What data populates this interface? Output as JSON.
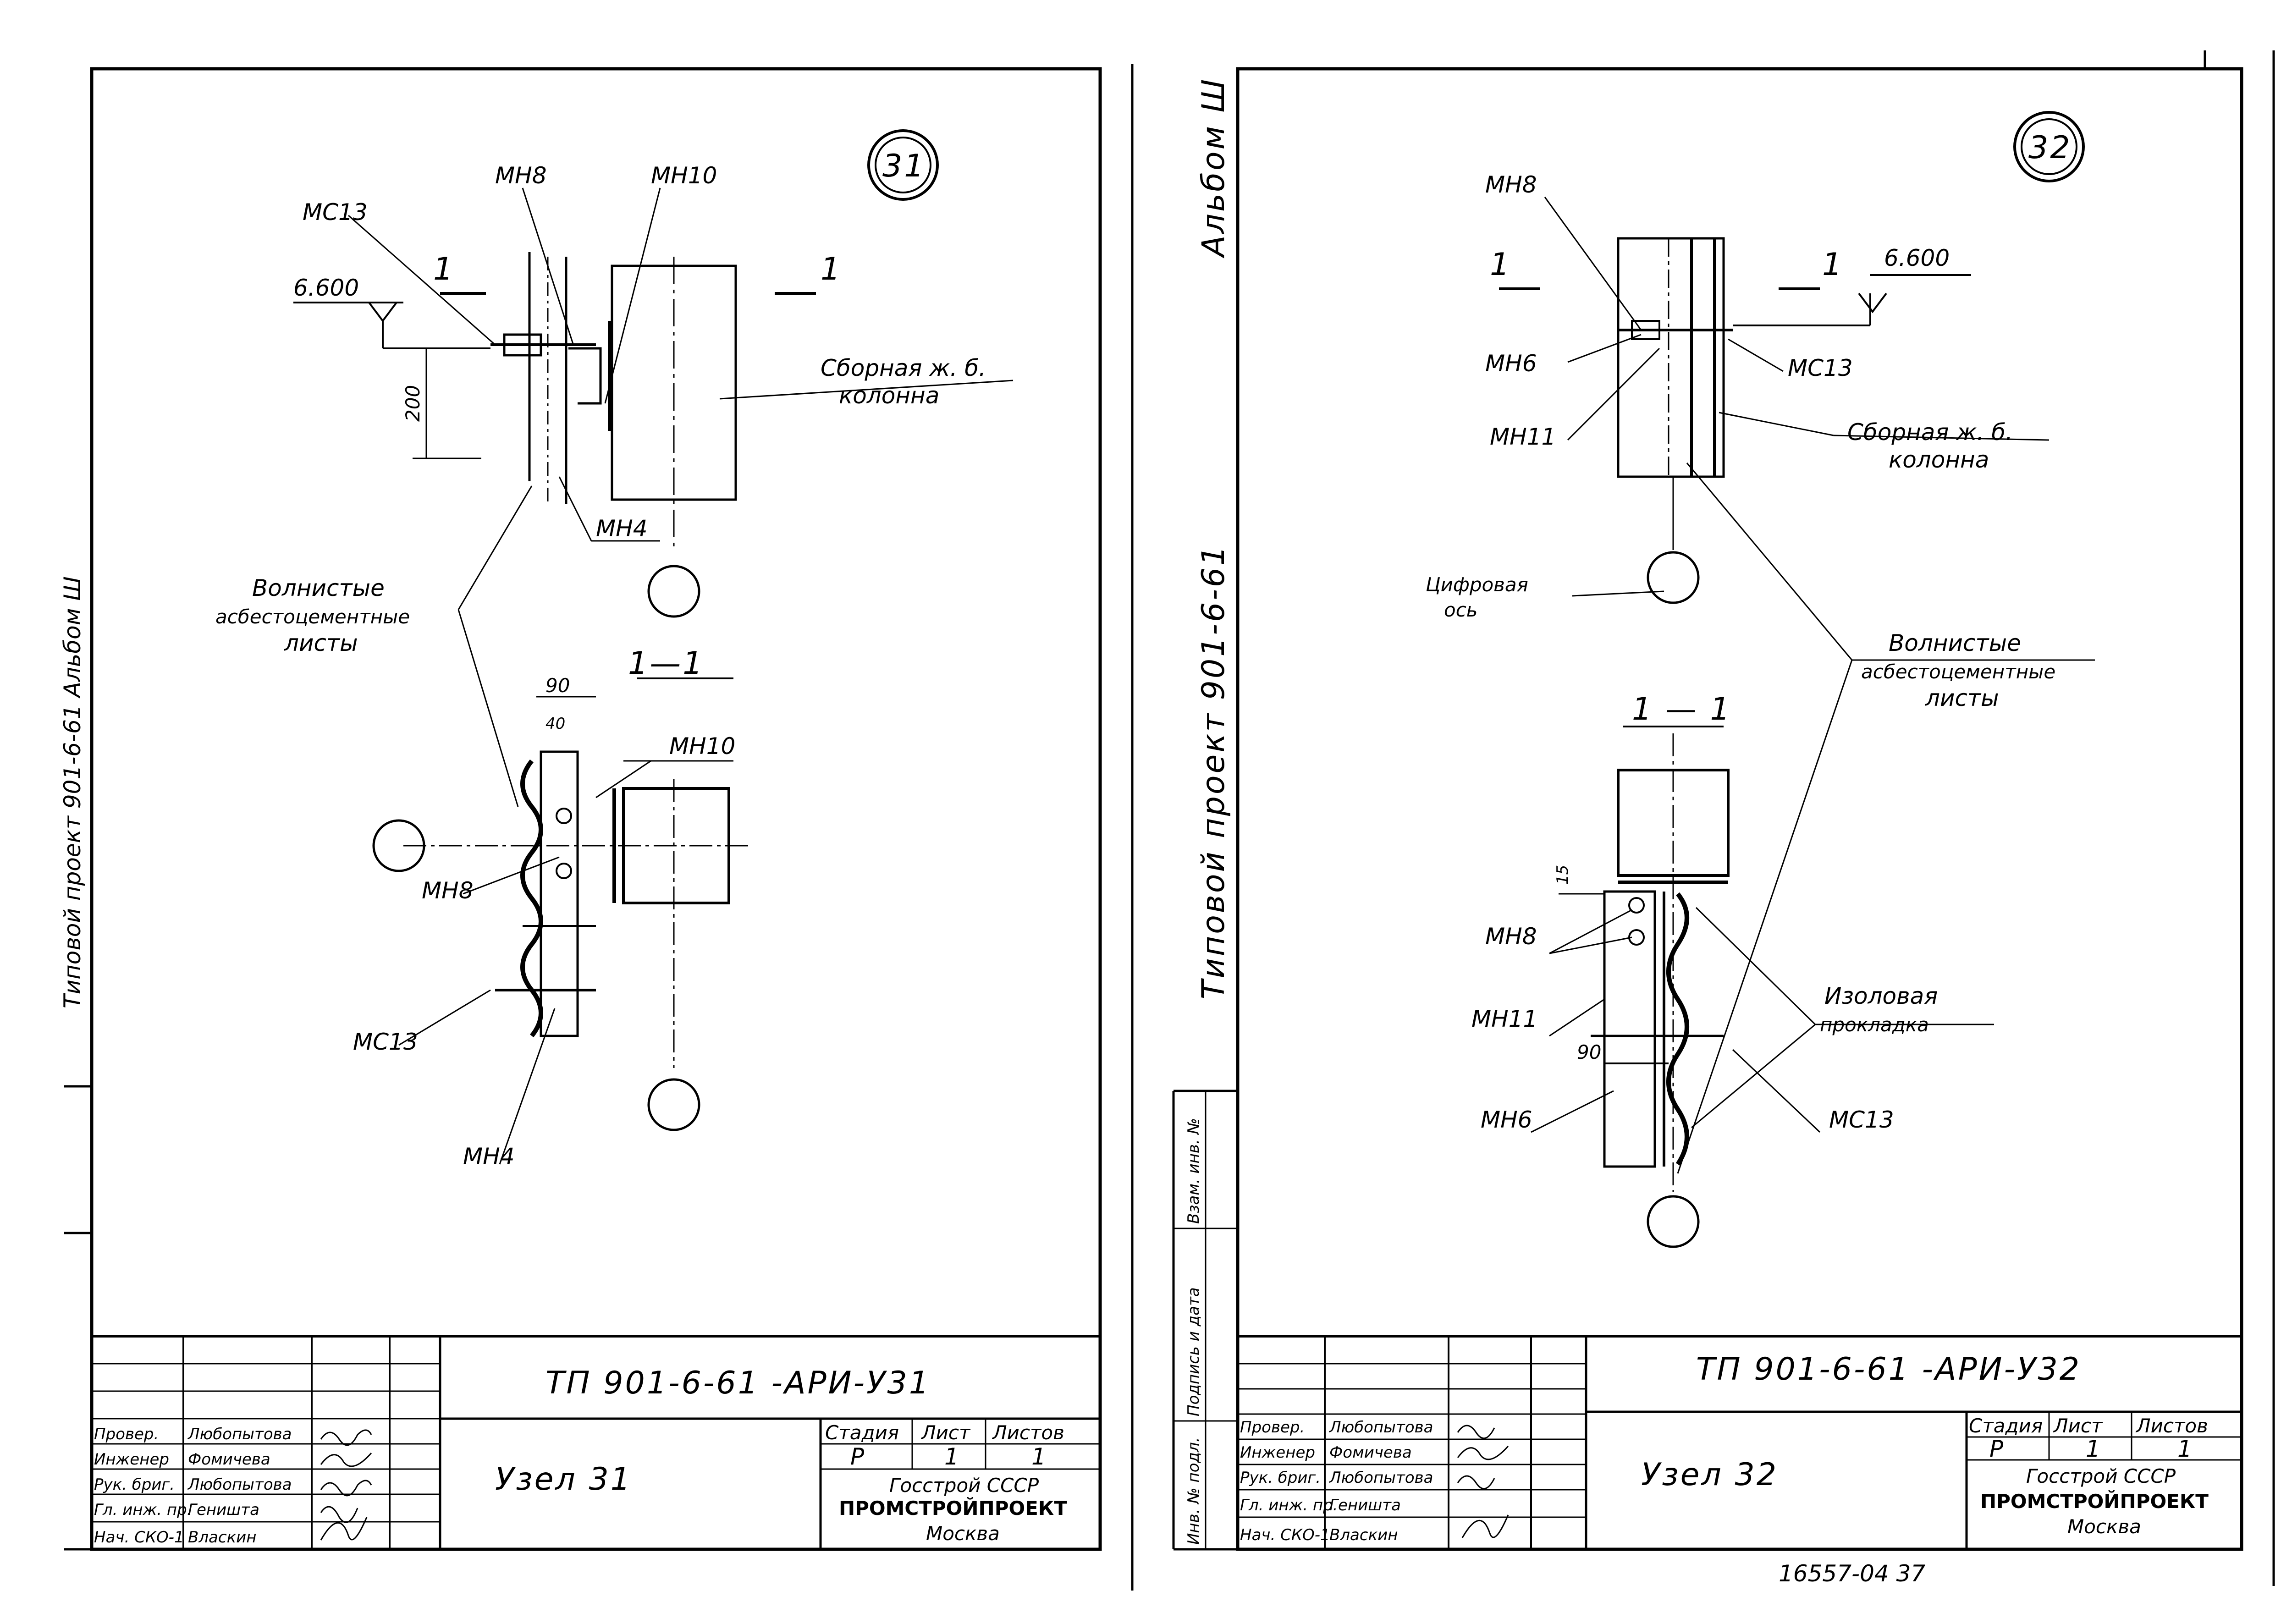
{
  "left": {
    "side_stamp": "Типовой   проект   901-6-61       Альбом  Ш",
    "node_circle": "31",
    "labels": {
      "mc13_top": "МС13",
      "mn8_top": "МН8",
      "mn10_top": "МН10",
      "level": "6.600",
      "section_mark_left": "1",
      "section_mark_right": "1",
      "dim_200": "200",
      "column": "Сборная ж. б.",
      "column2": "колонна",
      "mn4_top": "МН4",
      "sheets1": "Волнистые",
      "sheets2": "асбестоцементные",
      "sheets3": "листы",
      "section_title": "1—1",
      "dim_90": "90",
      "dim_40": "40",
      "mn10_sec": "МН10",
      "mn8_sec": "МН8",
      "mc13_sec": "МС13",
      "mn4_sec": "МН4"
    },
    "title_block": {
      "code": "ТП 901-6-61   -АРИ-У31",
      "name": "Узел   31",
      "hdr_stage": "Стадия",
      "hdr_sheet": "Лист",
      "hdr_sheets": "Листов",
      "stage": "Р",
      "sheet": "1",
      "sheets": "1",
      "org1": "Госстрой  СССР",
      "org2": "ПРОМСТРОЙПРОЕКТ",
      "org3": "Москва",
      "roles": [
        "Провер.",
        "Инженер",
        "Рук. бриг.",
        "Гл. инж. пр.",
        "Нач. СКО-1"
      ],
      "people": [
        "Любопытова",
        "Фомичева",
        "Любопытова",
        "Геништа",
        "Власкин"
      ]
    }
  },
  "right": {
    "side_title": "Типовой   проект   901-6-61",
    "side_album": "Альбом  Ш",
    "node_circle": "32",
    "labels": {
      "mn8_top": "МН8",
      "section_mark_left": "1",
      "section_mark_right": "1",
      "level": "6.600",
      "mn6_top": "МН6",
      "mc13_top": "МС13",
      "mn11_top": "МН11",
      "column": "Сборная ж. б.",
      "column2": "колонна",
      "axis1": "Цифровая",
      "axis2": "ось",
      "sheets1": "Волнистые",
      "sheets2": "асбестоцементные",
      "sheets3": "листы",
      "section_title": "1 — 1",
      "dim_15": "15",
      "mn8_sec": "МН8",
      "mn11_sec": "МН11",
      "dim_90": "90",
      "mn6_sec": "МН6",
      "gasket1": "Изоловая",
      "gasket2": "прокладка",
      "mc13_sec": "МС13"
    },
    "stamp_cols": [
      "Инв. № подл.",
      "Подпись и дата",
      "Взам. инв. №"
    ],
    "title_block": {
      "code": "ТП 901-6-61   -АРИ-У32",
      "name": "Узел   32",
      "hdr_stage": "Стадия",
      "hdr_sheet": "Лист",
      "hdr_sheets": "Листов",
      "stage": "Р",
      "sheet": "1",
      "sheets": "1",
      "org1": "Госстрой  СССР",
      "org2": "ПРОМСТРОЙПРОЕКТ",
      "org3": "Москва",
      "roles": [
        "Провер.",
        "Инженер",
        "Рук. бриг.",
        "Гл. инж. пр.",
        "Нач. СКО-1"
      ],
      "people": [
        "Любопытова",
        "Фомичева",
        "Любопытова",
        "Геништа",
        "Власкин"
      ]
    },
    "footer_number": "16557-04   37"
  }
}
